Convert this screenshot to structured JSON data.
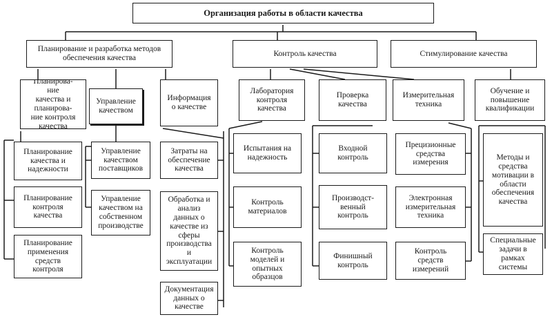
{
  "diagram": {
    "title": "Организация работы в области качества",
    "level1": {
      "planning": "Планирование и разработка методов\nобеспечения качества",
      "control": "Контроль качества",
      "stimulation": "Стимулирование качества"
    },
    "planning_column": {
      "plan_quality": "Планирова-\nние\nкачества и планирова-\nние контроля\nкачества",
      "quality_management": "Управление\nкачеством",
      "quality_information": "Информация\nо качестве"
    },
    "plan_quality_items": [
      "Планирование\nкачества и\nнадежности",
      "Планирование\nконтроля\nкачества",
      "Планирование\nприменения\nсредств\nконтроля"
    ],
    "quality_management_items": [
      "Управление\nкачеством\nпоставщиков",
      "Управление\nкачеством на\nсобственном\nпроизводстве"
    ],
    "quality_information_items": [
      "Затраты на\nобеспечение\nкачества",
      "Обработка и\nанализ\nданных о\nкачестве из\nсферы\nпроизводства\nи\nэксплуатации",
      "Документация\nданных о\nкачестве"
    ],
    "control_column": {
      "lab": "Лаборатория\nконтроля\nкачества",
      "inspection": "Проверка\nкачества",
      "measuring": "Измерительная\nтехника"
    },
    "lab_items": [
      "Испытания на\nнадежность",
      "Контроль\nматериалов",
      "Контроль\nмоделей и\nопытных\nобразцов"
    ],
    "inspection_items": [
      "Входной\nконтроль",
      "Производст-\nвенный\nконтроль",
      "Финишный\nконтроль"
    ],
    "measuring_items": [
      "Прецизионные\nсредства\nизмерения",
      "Электронная\nизмерительная\nтехника",
      "Контроль\nсредств\nизмерений"
    ],
    "stimulation_column": {
      "training": "Обучение и\nповышение\nквалификации"
    },
    "training_items": [
      "Методы и\nсредства\nмотивации в\nобласти\nобеспечения\nкачества",
      "Специальные\nзадачи в\nрамках\nсистемы"
    ]
  }
}
